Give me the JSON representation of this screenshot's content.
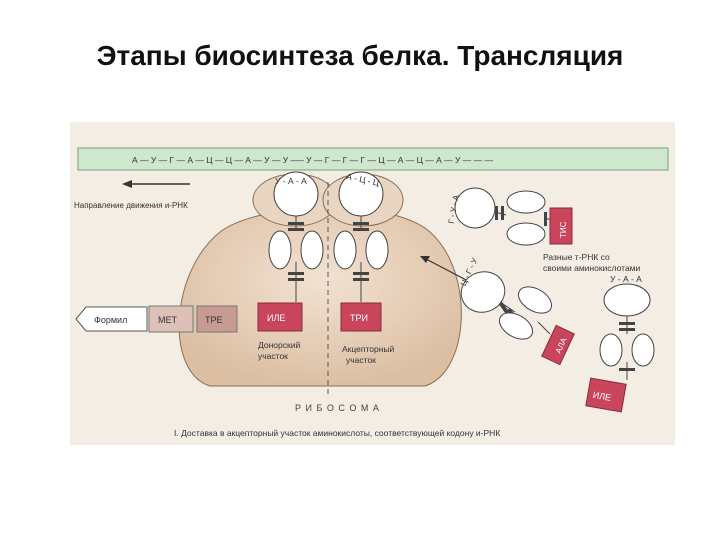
{
  "slide": {
    "title": "Этапы биосинтеза белка. Трансляция"
  },
  "diagram": {
    "mrna_sequence": "А — У — Г — А — Ц — Ц — А — У — У —– У — Г — Г — Г — Ц — А — Ц — А — У — —  —",
    "direction_label": "Направление движения и-РНК",
    "codon_left": "У - А - А",
    "codon_right": "А - Ц - Ц",
    "codon_tis": "Г - У - А",
    "codon_ala": "Ц - Г - У",
    "codon_ile_free": "У - А - А",
    "trna_caption_line1": "Разные т-РНК со",
    "trna_caption_line2": "своими аминокислотами",
    "chain": [
      "Формил",
      "МЕТ",
      "ТРЕ"
    ],
    "aa_donor": "ИЛЕ",
    "aa_acceptor": "ТРИ",
    "aa_tis": "ТИС",
    "aa_ala": "АЛА",
    "aa_ile_free": "ИЛЕ",
    "donor_label_1": "Донорский",
    "donor_label_2": "участок",
    "acceptor_label_1": "Акцепторный",
    "acceptor_label_2": "участок",
    "ribosome_label": "Р И Б О С О М А",
    "caption": "I. Доставка в акцепторный участок аминокислоты, соответствующей кодону и-РНК",
    "colors": {
      "mrna": "#cfe7cc",
      "ribosome": "#e6cdb3",
      "amino_acid": "#c8455c",
      "chain": "#ddc0b6"
    }
  }
}
